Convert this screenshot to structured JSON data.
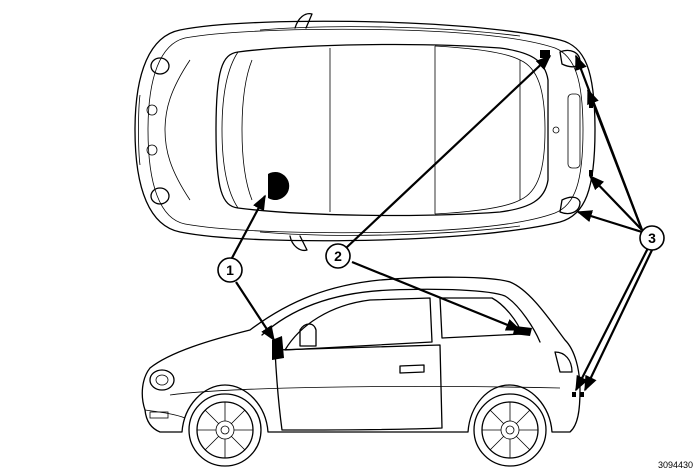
{
  "callouts": {
    "c1": "1",
    "c2": "2",
    "c3": "3"
  },
  "figure_id": "3094430"
}
